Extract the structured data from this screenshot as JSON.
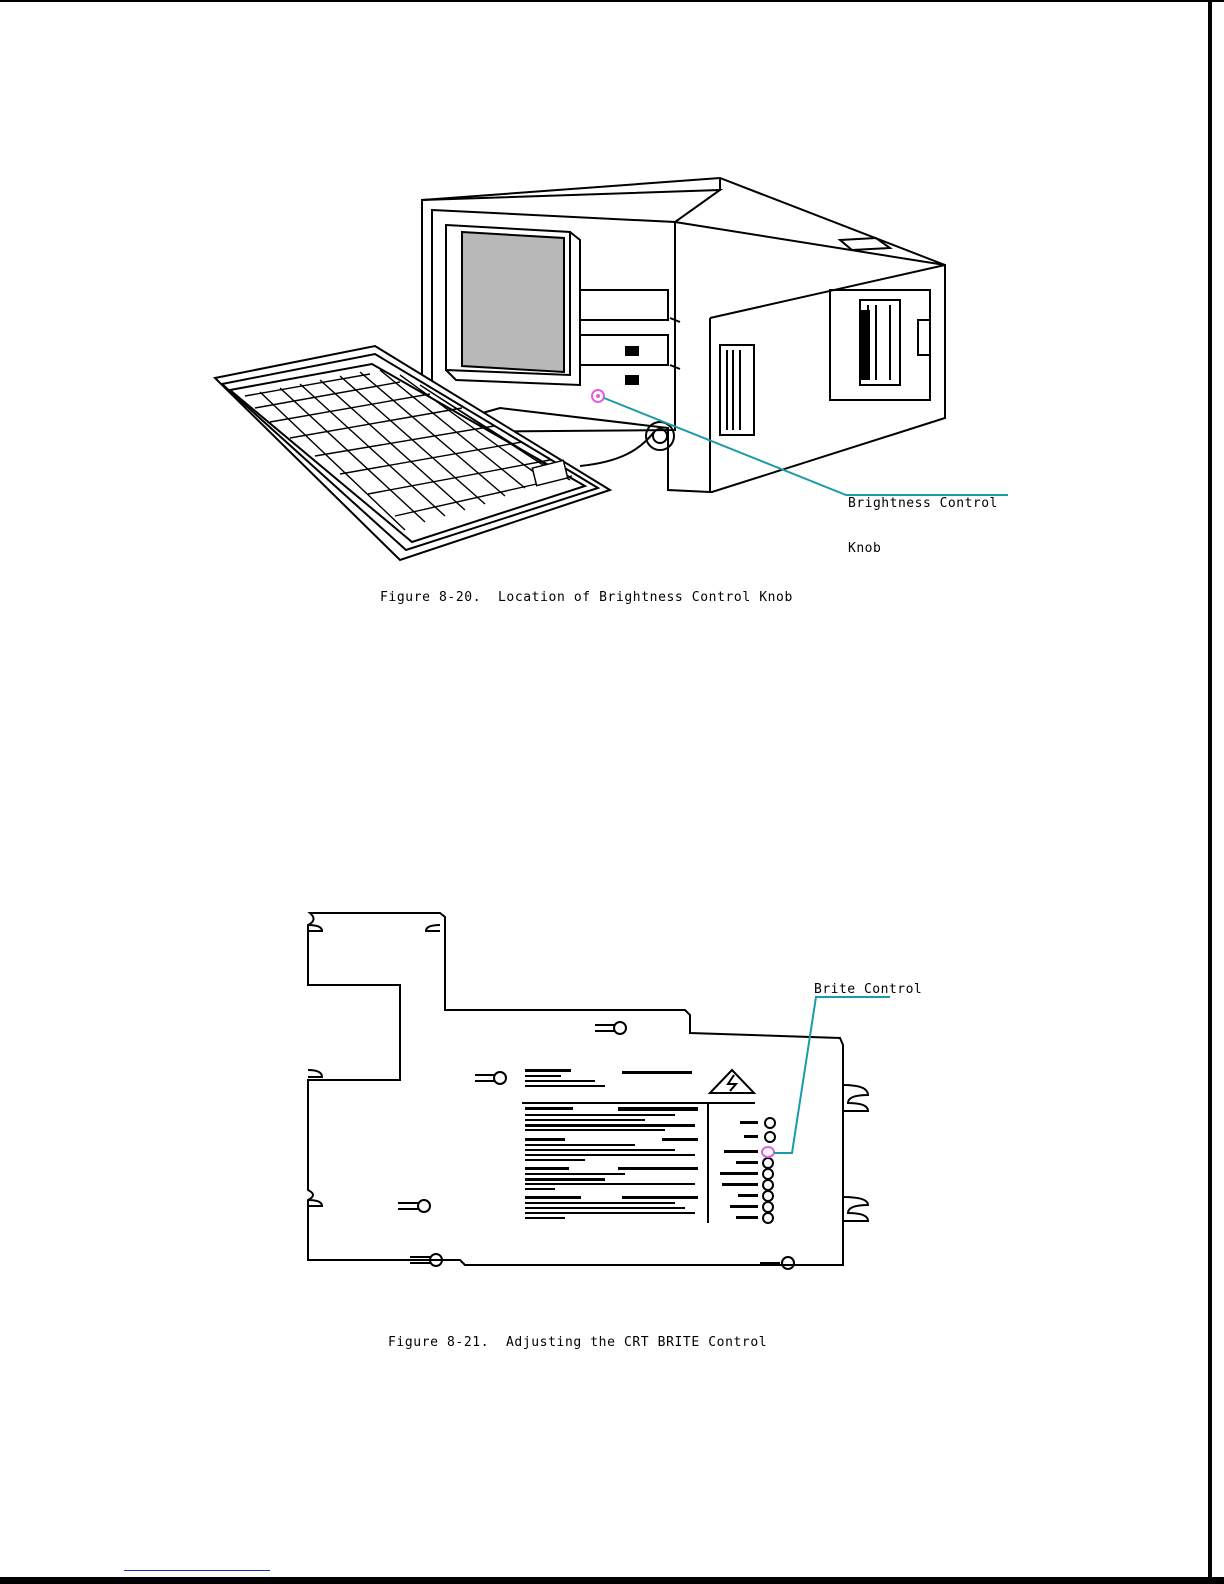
{
  "figure_1": {
    "callout": "Brightness Control Knob",
    "callout_line1": "Brightness Control",
    "callout_line2": "Knob",
    "caption": "Figure 8-20.  Location of Brightness Control Knob",
    "highlight_color": "#e060e0",
    "leader_color": "#1a9ca8"
  },
  "figure_2": {
    "callout": "Brite Control",
    "caption": "Figure 8-21.  Adjusting the CRT BRITE Control",
    "highlight_color": "#e060e0",
    "leader_color": "#1a9ca8"
  }
}
